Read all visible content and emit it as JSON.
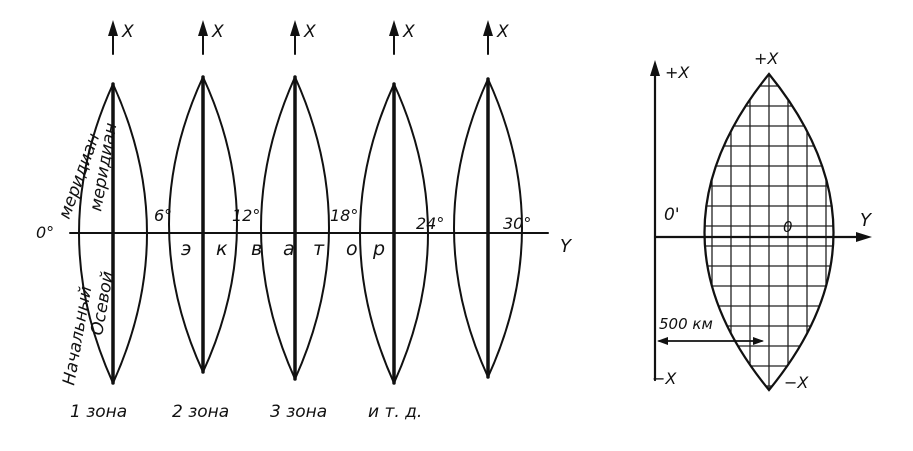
{
  "zones_diagram": {
    "axis_x_label": "X",
    "equator_axis_label": "Y",
    "degree_labels": [
      "0°",
      "6°",
      "12°",
      "18°",
      "24°",
      "30°"
    ],
    "equator_letters": [
      "э",
      "к",
      "в",
      "а",
      "т",
      "о",
      "р"
    ],
    "initial_meridian_label": "меридиан",
    "initial_meridian_word": "Начальный",
    "axial_meridian_word": "Осевой",
    "axial_meridian_label": "меридиан",
    "zone_captions": [
      "1 зона",
      "2 зона",
      "3 зона",
      "и т. д."
    ]
  },
  "zone_detail": {
    "plus_x_axis_label": "+X",
    "plus_x_top_label": "+X",
    "minus_x_axis_label": "−X",
    "minus_x_bottom_label": "−X",
    "origin_label": "0'",
    "center_label": "0",
    "y_axis_label": "Y",
    "distance_label": "500 км"
  }
}
